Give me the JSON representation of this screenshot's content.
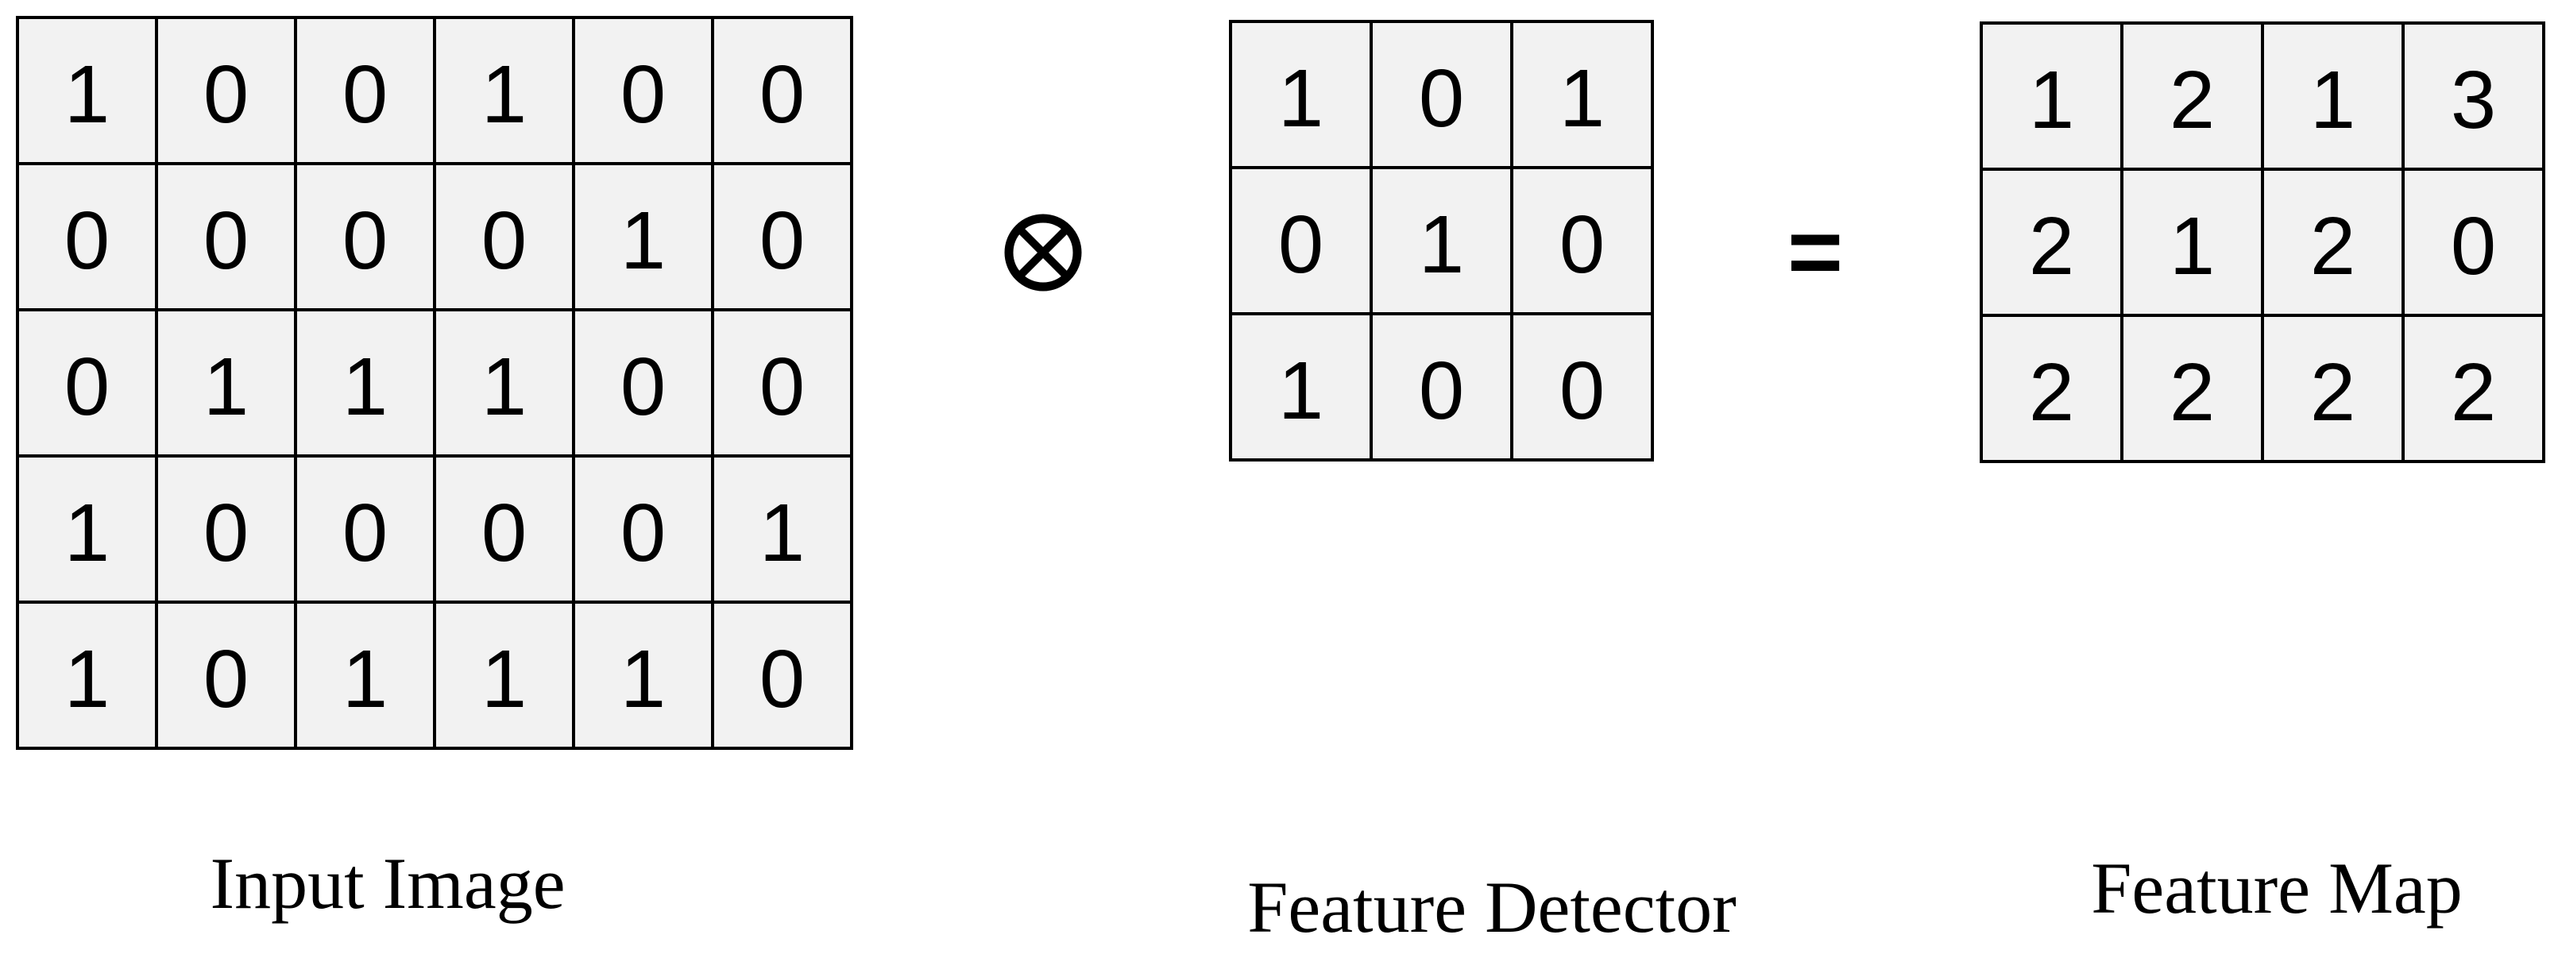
{
  "diagram": {
    "operator_symbol": "⊗",
    "equals_symbol": "=",
    "colors": {
      "cell_background": "#f2f2f2",
      "grid_line": "#000000",
      "text": "#000000",
      "page_background": "#ffffff"
    }
  },
  "matrices": {
    "input_image": {
      "label": "Input Image",
      "rows": 5,
      "cols": 6,
      "values": [
        [
          1,
          0,
          0,
          1,
          0,
          0
        ],
        [
          0,
          0,
          0,
          0,
          1,
          0
        ],
        [
          0,
          1,
          1,
          1,
          0,
          0
        ],
        [
          1,
          0,
          0,
          0,
          0,
          1
        ],
        [
          1,
          0,
          1,
          1,
          1,
          0
        ]
      ]
    },
    "feature_detector": {
      "label": "Feature Detector",
      "rows": 3,
      "cols": 3,
      "values": [
        [
          1,
          0,
          1
        ],
        [
          0,
          1,
          0
        ],
        [
          1,
          0,
          0
        ]
      ]
    },
    "feature_map": {
      "label": "Feature Map",
      "rows": 3,
      "cols": 4,
      "values": [
        [
          1,
          2,
          1,
          3
        ],
        [
          2,
          1,
          2,
          0
        ],
        [
          2,
          2,
          2,
          2
        ]
      ]
    }
  }
}
